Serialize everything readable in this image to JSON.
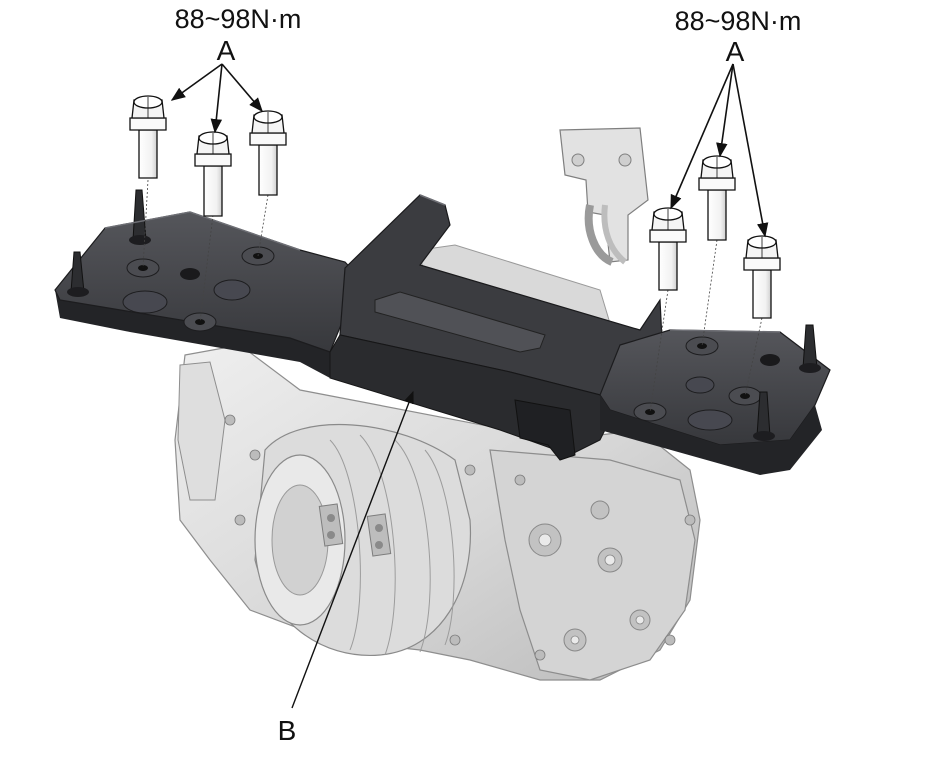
{
  "callouts": {
    "left_torque": "88~98N·m",
    "left_letter": "A",
    "right_torque": "88~98N·m",
    "right_letter": "A",
    "bottom_letter": "B"
  },
  "colors": {
    "bracket_top": "#3f4044",
    "bracket_side": "#232427",
    "bracket_highlight": "#5a5b60",
    "motor_light": "#e6e6e6",
    "motor_mid": "#cfcfcf",
    "motor_dark": "#a9a9a9",
    "bolt_fill": "#ffffff",
    "line": "#111111"
  }
}
